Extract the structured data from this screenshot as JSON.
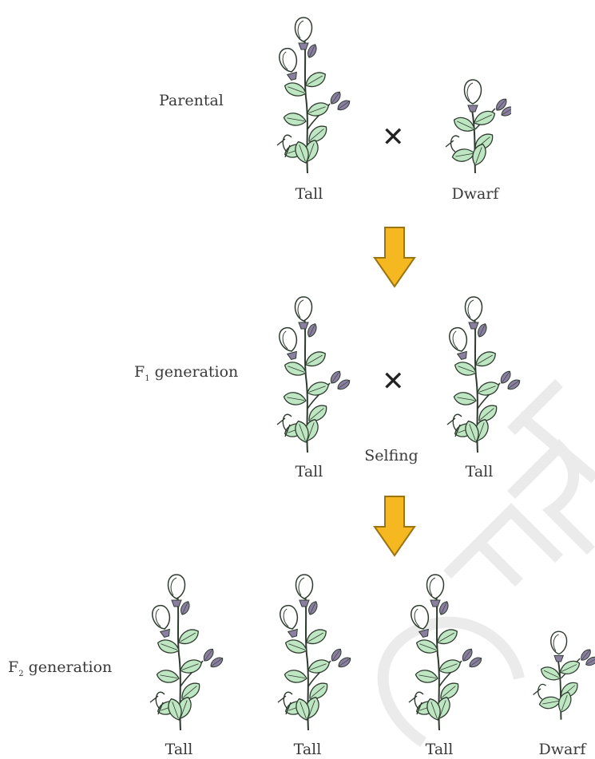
{
  "rows": {
    "parental": {
      "label": "Parental"
    },
    "f1": {
      "label_prefix": "F",
      "label_sub": "1",
      "label_rest": " generation"
    },
    "f2": {
      "label_prefix": "F",
      "label_sub": "2",
      "label_rest": " generation"
    }
  },
  "captions": {
    "parental_left": "Tall",
    "parental_right": "Dwarf",
    "f1_left": "Tall",
    "f1_right": "Tall",
    "f1_selfing": "Selfing",
    "f2_1": "Tall",
    "f2_2": "Tall",
    "f2_3": "Tall",
    "f2_4": "Dwarf"
  },
  "watermark": "NCERT",
  "colors": {
    "leaf": "#bfe6c2",
    "leaf_stroke": "#2e3b2f",
    "flower": "#ffffff",
    "bud": "#8a7fa0",
    "arrow": "#f6b820",
    "arrow_stroke": "#9a7410"
  }
}
